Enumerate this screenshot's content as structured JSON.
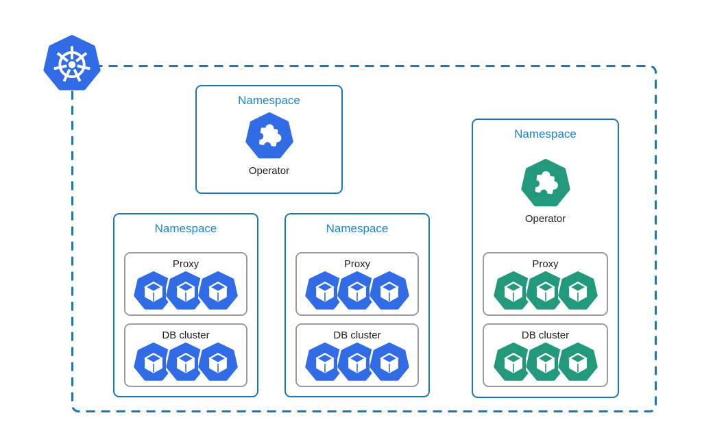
{
  "colors": {
    "pod_blue": "#316CE6",
    "pod_green": "#23997B",
    "outline_blue": "#1778B8",
    "title_blue": "#1A85C8",
    "group_gray": "#9B9B9B"
  },
  "cluster": {
    "icon": "kubernetes-logo"
  },
  "namespaces": [
    {
      "title": "Namespace",
      "operator_label": "Operator",
      "accent": "blue"
    },
    {
      "title": "Namespace",
      "accent": "blue",
      "groups": [
        {
          "label": "Proxy",
          "pod_count": 3
        },
        {
          "label": "DB cluster",
          "pod_count": 3
        }
      ]
    },
    {
      "title": "Namespace",
      "accent": "blue",
      "groups": [
        {
          "label": "Proxy",
          "pod_count": 3
        },
        {
          "label": "DB cluster",
          "pod_count": 3
        }
      ]
    },
    {
      "title": "Namespace",
      "operator_label": "Operator",
      "accent": "green",
      "groups": [
        {
          "label": "Proxy",
          "pod_count": 3
        },
        {
          "label": "DB cluster",
          "pod_count": 3
        }
      ]
    }
  ]
}
